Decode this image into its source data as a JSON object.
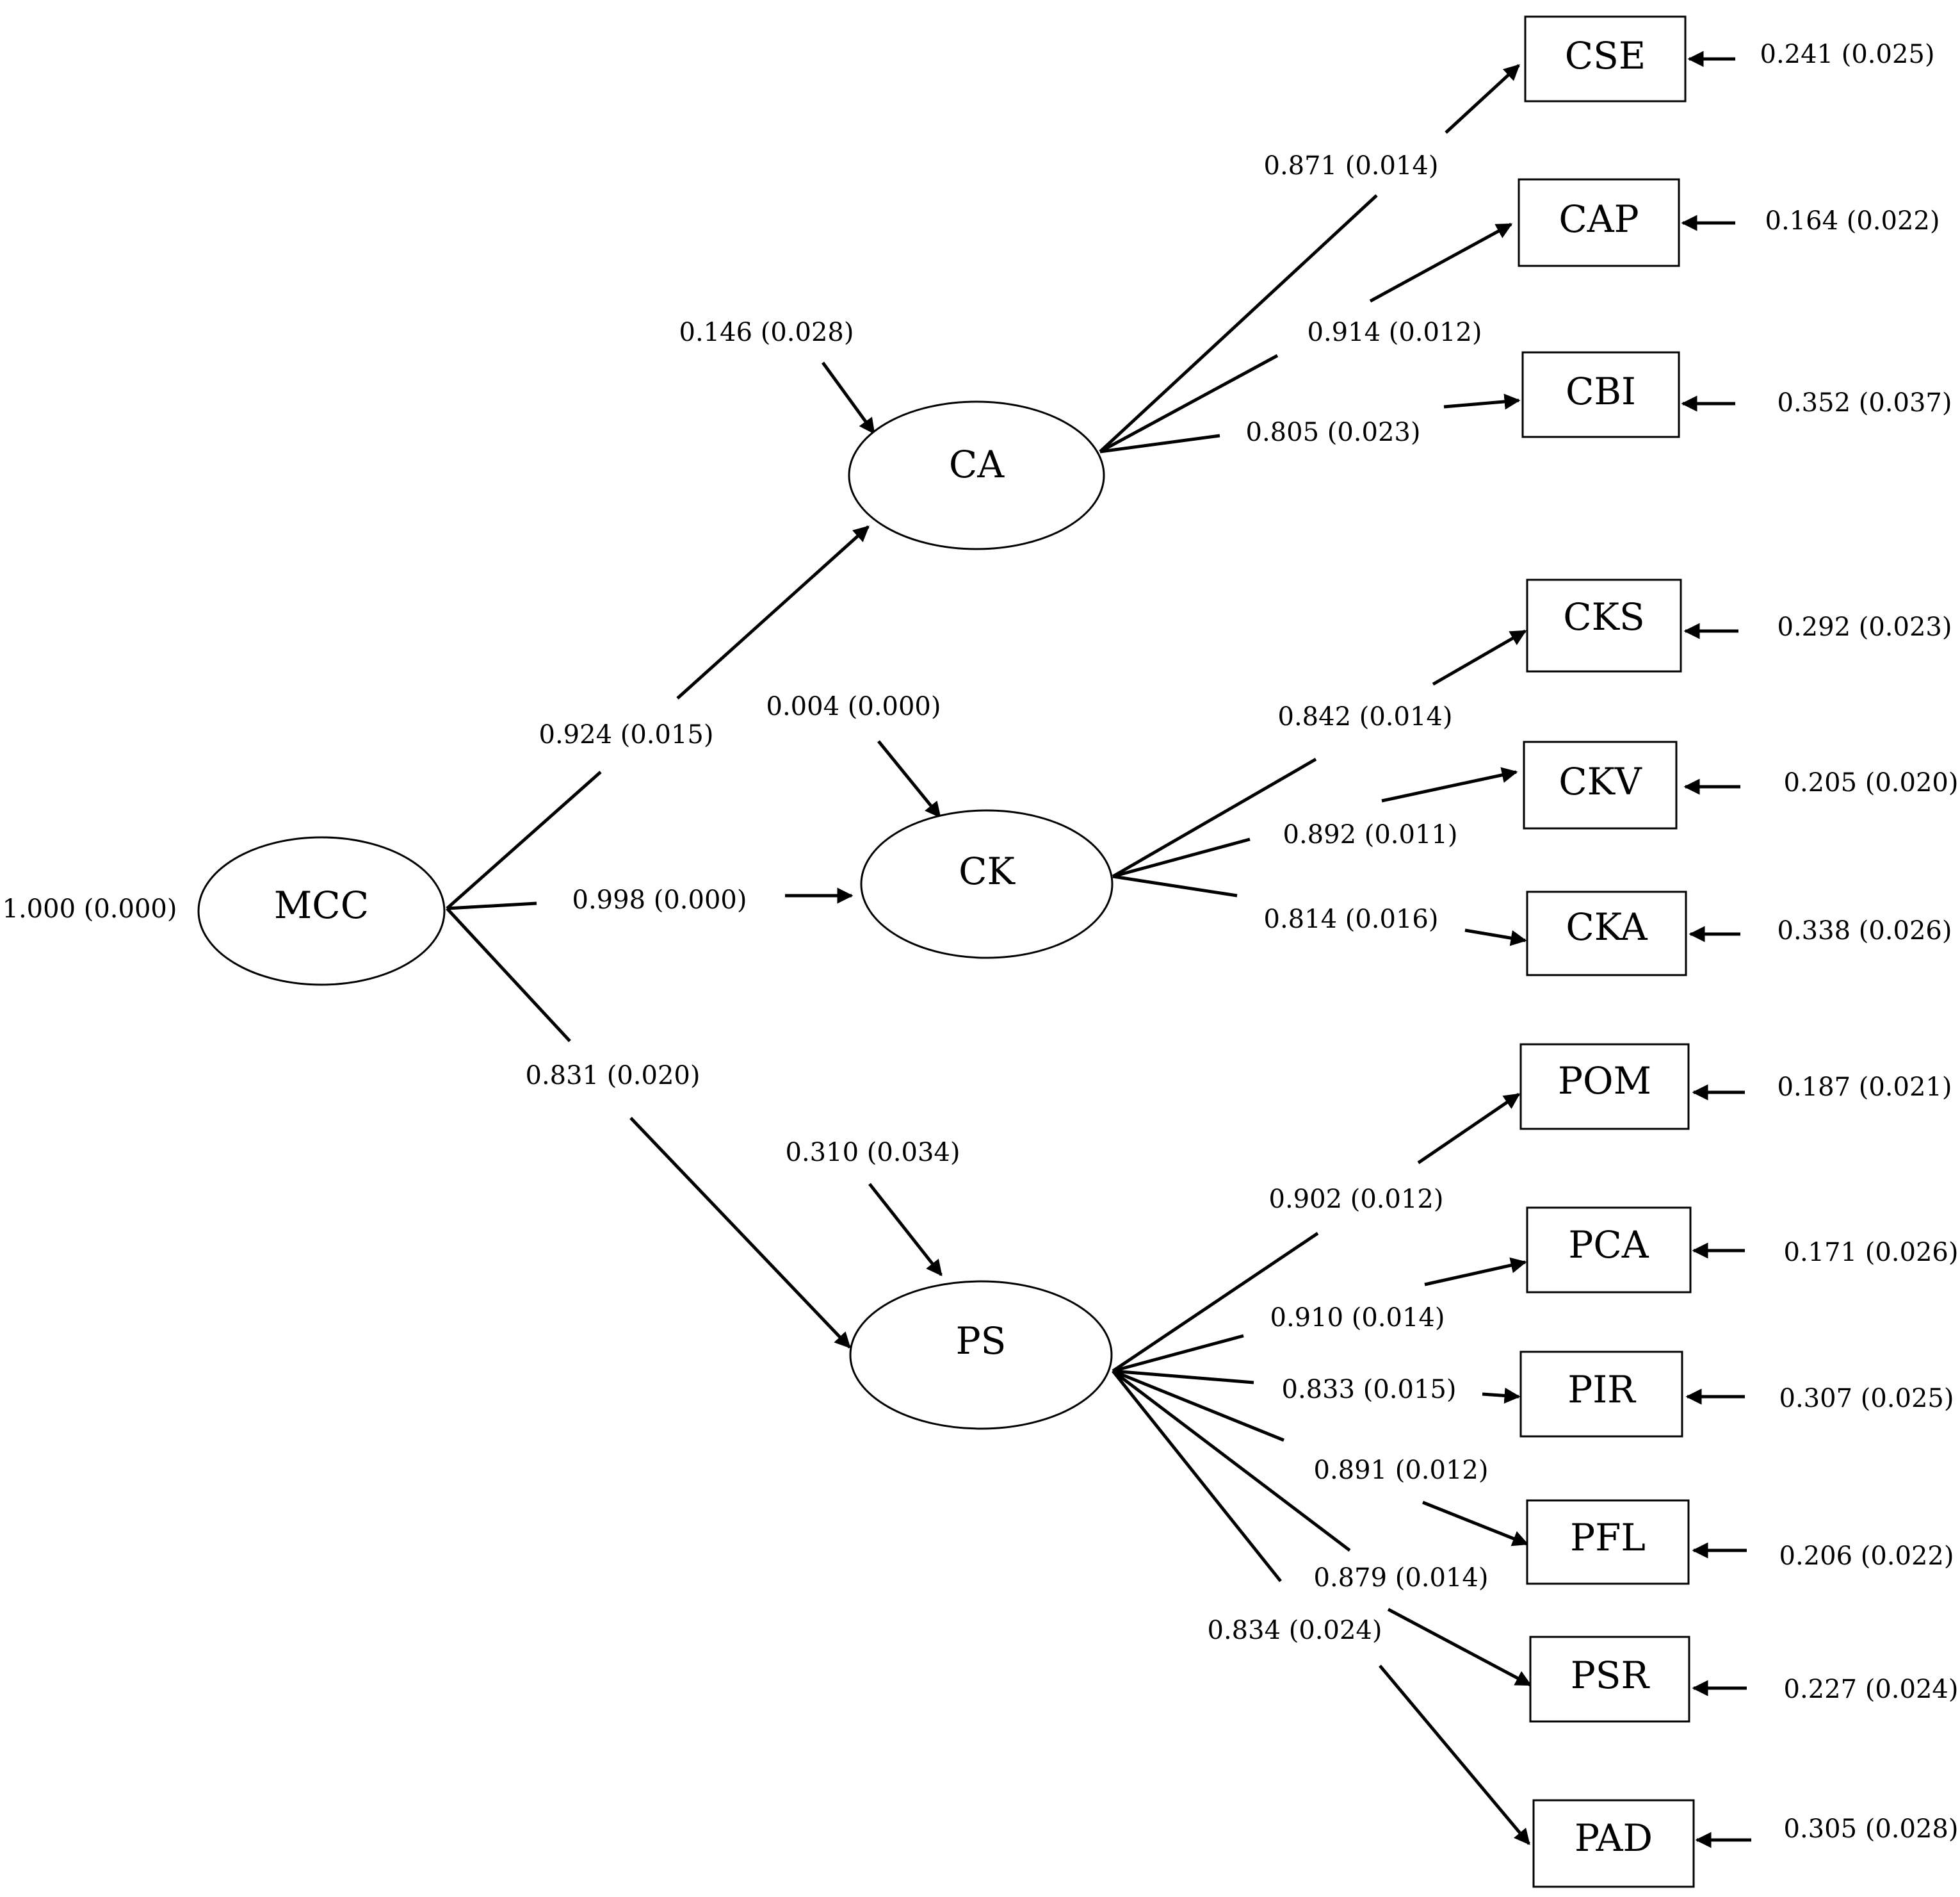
{
  "diagram": {
    "nodes": {
      "MCC": {
        "label": "MCC",
        "kind": "latent"
      },
      "CA": {
        "label": "CA",
        "kind": "latent"
      },
      "CK": {
        "label": "CK",
        "kind": "latent"
      },
      "PS": {
        "label": "PS",
        "kind": "latent"
      },
      "CSE": {
        "label": "CSE",
        "kind": "indicator"
      },
      "CAP": {
        "label": "CAP",
        "kind": "indicator"
      },
      "CBI": {
        "label": "CBI",
        "kind": "indicator"
      },
      "CKS": {
        "label": "CKS",
        "kind": "indicator"
      },
      "CKV": {
        "label": "CKV",
        "kind": "indicator"
      },
      "CKA": {
        "label": "CKA",
        "kind": "indicator"
      },
      "POM": {
        "label": "POM",
        "kind": "indicator"
      },
      "PCA": {
        "label": "PCA",
        "kind": "indicator"
      },
      "PIR": {
        "label": "PIR",
        "kind": "indicator"
      },
      "PFL": {
        "label": "PFL",
        "kind": "indicator"
      },
      "PSR": {
        "label": "PSR",
        "kind": "indicator"
      },
      "PAD": {
        "label": "PAD",
        "kind": "indicator"
      }
    },
    "edges": {
      "MCC_CA": {
        "from": "MCC",
        "to": "CA",
        "label": "0.924 (0.015)"
      },
      "MCC_CK": {
        "from": "MCC",
        "to": "CK",
        "label": "0.998 (0.000)"
      },
      "MCC_PS": {
        "from": "MCC",
        "to": "PS",
        "label": "0.831 (0.020)"
      },
      "CA_CSE": {
        "from": "CA",
        "to": "CSE",
        "label": "0.871 (0.014)"
      },
      "CA_CAP": {
        "from": "CA",
        "to": "CAP",
        "label": "0.914 (0.012)"
      },
      "CA_CBI": {
        "from": "CA",
        "to": "CBI",
        "label": "0.805 (0.023)"
      },
      "CK_CKS": {
        "from": "CK",
        "to": "CKS",
        "label": "0.842 (0.014)"
      },
      "CK_CKV": {
        "from": "CK",
        "to": "CKV",
        "label": "0.892 (0.011)"
      },
      "CK_CKA": {
        "from": "CK",
        "to": "CKA",
        "label": "0.814 (0.016)"
      },
      "PS_POM": {
        "from": "PS",
        "to": "POM",
        "label": "0.902 (0.012)"
      },
      "PS_PCA": {
        "from": "PS",
        "to": "PCA",
        "label": "0.910 (0.014)"
      },
      "PS_PIR": {
        "from": "PS",
        "to": "PIR",
        "label": "0.833 (0.015)"
      },
      "PS_PFL": {
        "from": "PS",
        "to": "PFL",
        "label": "0.891 (0.012)"
      },
      "PS_PSR": {
        "from": "PS",
        "to": "PSR",
        "label": "0.879 (0.014)"
      },
      "PS_PAD": {
        "from": "PS",
        "to": "PAD",
        "label": "0.834 (0.024)"
      }
    },
    "residuals": {
      "MCC": "1.000 (0.000)",
      "CA": "0.146 (0.028)",
      "CK": "0.004 (0.000)",
      "PS": "0.310 (0.034)",
      "CSE": "0.241 (0.025)",
      "CAP": "0.164 (0.022)",
      "CBI": "0.352 (0.037)",
      "CKS": "0.292 (0.023)",
      "CKV": "0.205 (0.020)",
      "CKA": "0.338 (0.026)",
      "POM": "0.187 (0.021)",
      "PCA": "0.171 (0.026)",
      "PIR": "0.307 (0.025)",
      "PFL": "0.206 (0.022)",
      "PSR": "0.227 (0.024)",
      "PAD": "0.305 (0.028)"
    }
  }
}
